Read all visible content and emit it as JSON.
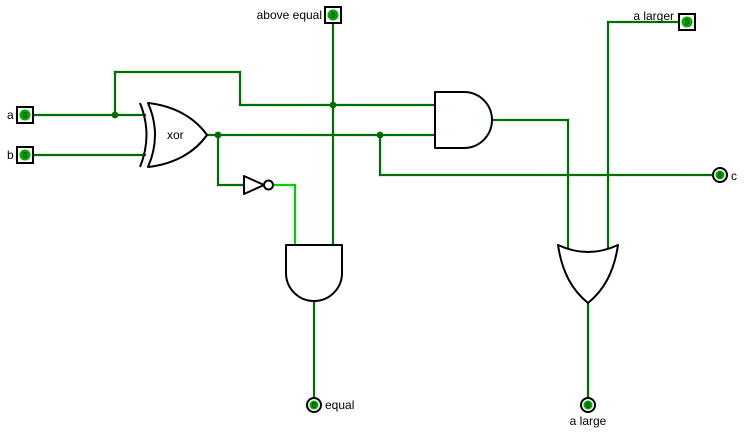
{
  "colors": {
    "wire_low": "#006e00",
    "wire_high": "#00d200",
    "gate_stroke": "#000000",
    "pin_fill": "#00ab00",
    "label": "#000000"
  },
  "pins": {
    "a": {
      "label": "a",
      "value": "0",
      "type": "input"
    },
    "b": {
      "label": "b",
      "value": "0",
      "type": "input"
    },
    "above_equal": {
      "label": "above equal",
      "value": "0",
      "type": "input"
    },
    "a_larger": {
      "label": "a larger",
      "value": "0",
      "type": "input"
    },
    "c": {
      "label": "c",
      "value": "0",
      "type": "output"
    },
    "equal": {
      "label": "equal",
      "value": "0",
      "type": "output"
    },
    "a_large": {
      "label": "a large",
      "value": "0",
      "type": "output"
    }
  },
  "gates": {
    "xor": {
      "label": "xor"
    }
  }
}
